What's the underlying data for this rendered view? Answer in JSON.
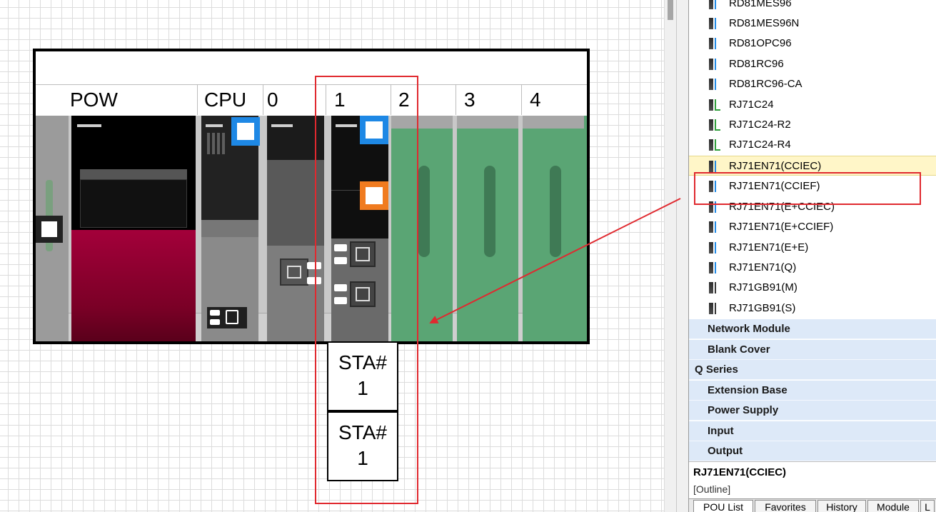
{
  "rack": {
    "slots": {
      "pow": "POW",
      "cpu": "CPU",
      "s0": "0",
      "s1": "1",
      "s2": "2",
      "s3": "3",
      "s4": "4"
    },
    "stations": [
      "STA#\n1",
      "STA#\n1"
    ]
  },
  "colors": {
    "indicator_blue": "#1e88e5",
    "indicator_orange": "#f07b1f",
    "empty_slot_green": "#5aa574",
    "power_red": "#a3003a",
    "highlight_red": "#e0292f",
    "selected_row": "#fff6c8",
    "category_bg": "#dde9f8"
  },
  "module_list": {
    "items": [
      {
        "label": "RD81MES96",
        "icon": "blue-module-icon"
      },
      {
        "label": "RD81MES96N",
        "icon": "blue-module-icon"
      },
      {
        "label": "RD81OPC96",
        "icon": "blue-module-icon"
      },
      {
        "label": "RD81RC96",
        "icon": "blue-module-icon"
      },
      {
        "label": "RD81RC96-CA",
        "icon": "blue-module-icon"
      },
      {
        "label": "RJ71C24",
        "icon": "green-module-icon"
      },
      {
        "label": "RJ71C24-R2",
        "icon": "green-module-icon"
      },
      {
        "label": "RJ71C24-R4",
        "icon": "green-module-icon"
      },
      {
        "label": "RJ71EN71(CCIEC)",
        "icon": "blue-module-icon",
        "selected": true
      },
      {
        "label": "RJ71EN71(CCIEF)",
        "icon": "blue-module-icon"
      },
      {
        "label": "RJ71EN71(E+CCIEC)",
        "icon": "blue-module-icon"
      },
      {
        "label": "RJ71EN71(E+CCIEF)",
        "icon": "blue-module-icon"
      },
      {
        "label": "RJ71EN71(E+E)",
        "icon": "blue-module-icon"
      },
      {
        "label": "RJ71EN71(Q)",
        "icon": "blue-module-icon"
      },
      {
        "label": "RJ71GB91(M)",
        "icon": "grey-module-icon"
      },
      {
        "label": "RJ71GB91(S)",
        "icon": "grey-module-icon"
      }
    ],
    "categories": [
      {
        "label": "Network Module",
        "level": 1
      },
      {
        "label": "Blank Cover",
        "level": 1
      },
      {
        "label": "Q Series",
        "level": 0
      },
      {
        "label": "Extension Base",
        "level": 1
      },
      {
        "label": "Power Supply",
        "level": 1
      },
      {
        "label": "Input",
        "level": 1
      },
      {
        "label": "Output",
        "level": 1
      }
    ]
  },
  "description": {
    "title": "RJ71EN71(CCIEC)",
    "outline": "[Outline]"
  },
  "tabs": [
    "POU List",
    "Favorites",
    "History",
    "Module",
    "L"
  ]
}
